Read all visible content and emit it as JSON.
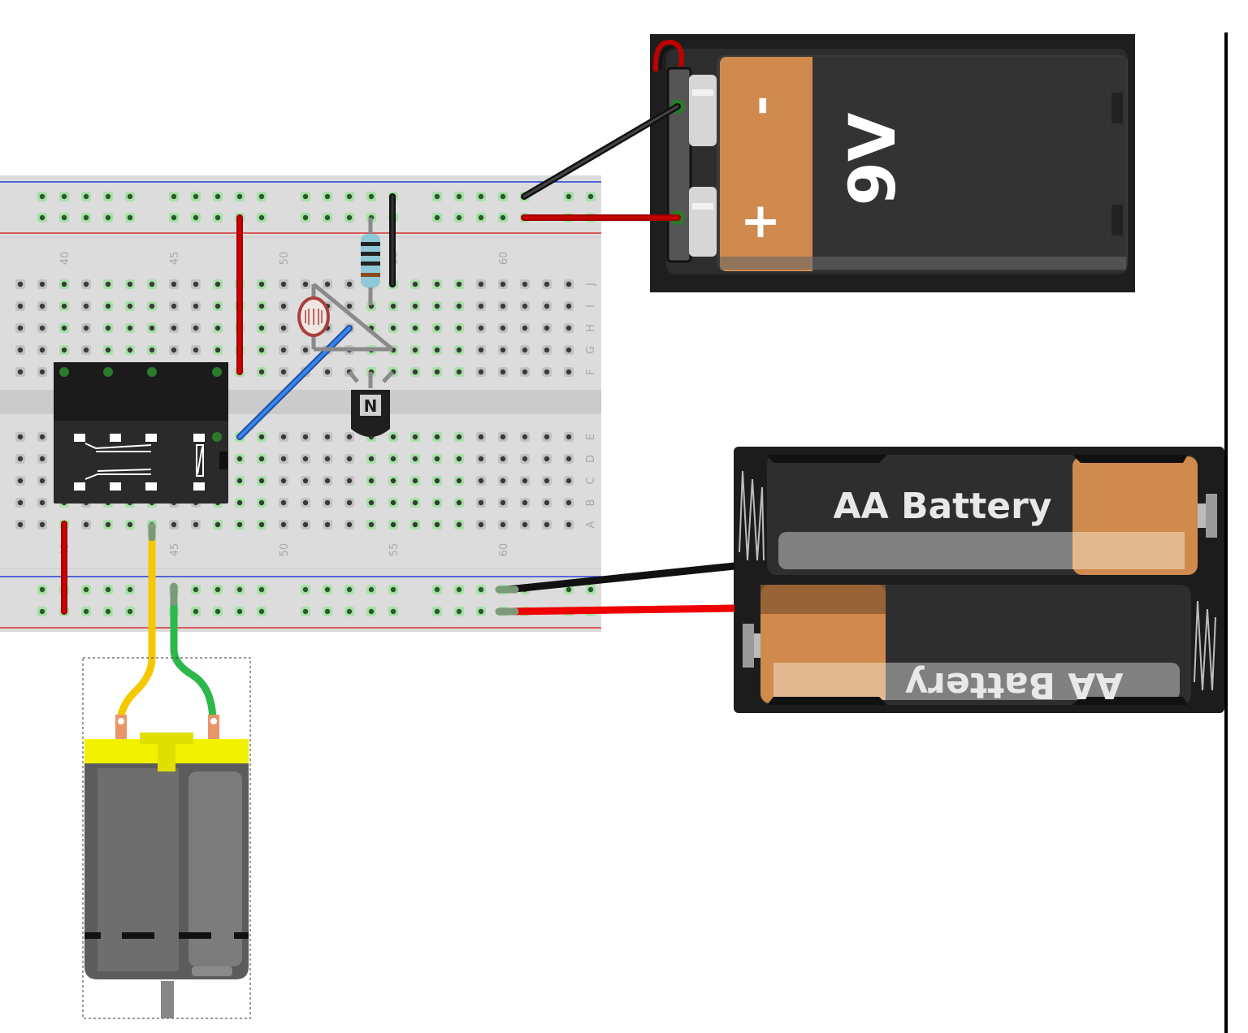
{
  "breadboard": {
    "column_numbers": [
      "40",
      "45",
      "50",
      "55",
      "60"
    ],
    "row_letters_top": [
      "J",
      "I",
      "H",
      "G",
      "F"
    ],
    "row_letters_bottom": [
      "E",
      "D",
      "C",
      "B",
      "A"
    ]
  },
  "battery_9v": {
    "label": "9V",
    "minus_sign": "-",
    "plus_sign": "+"
  },
  "battery_aa": {
    "cell_label": "AA Battery"
  },
  "transistor": {
    "mark": "N"
  },
  "colors": {
    "wire_red": "#c00000",
    "wire_black": "#1a1a1a",
    "wire_blue": "#2a6fd6",
    "wire_yellow": "#f5c800",
    "wire_green": "#2db84a",
    "battery_copper": "#d08a4e",
    "motor_cap": "#f2f200"
  }
}
